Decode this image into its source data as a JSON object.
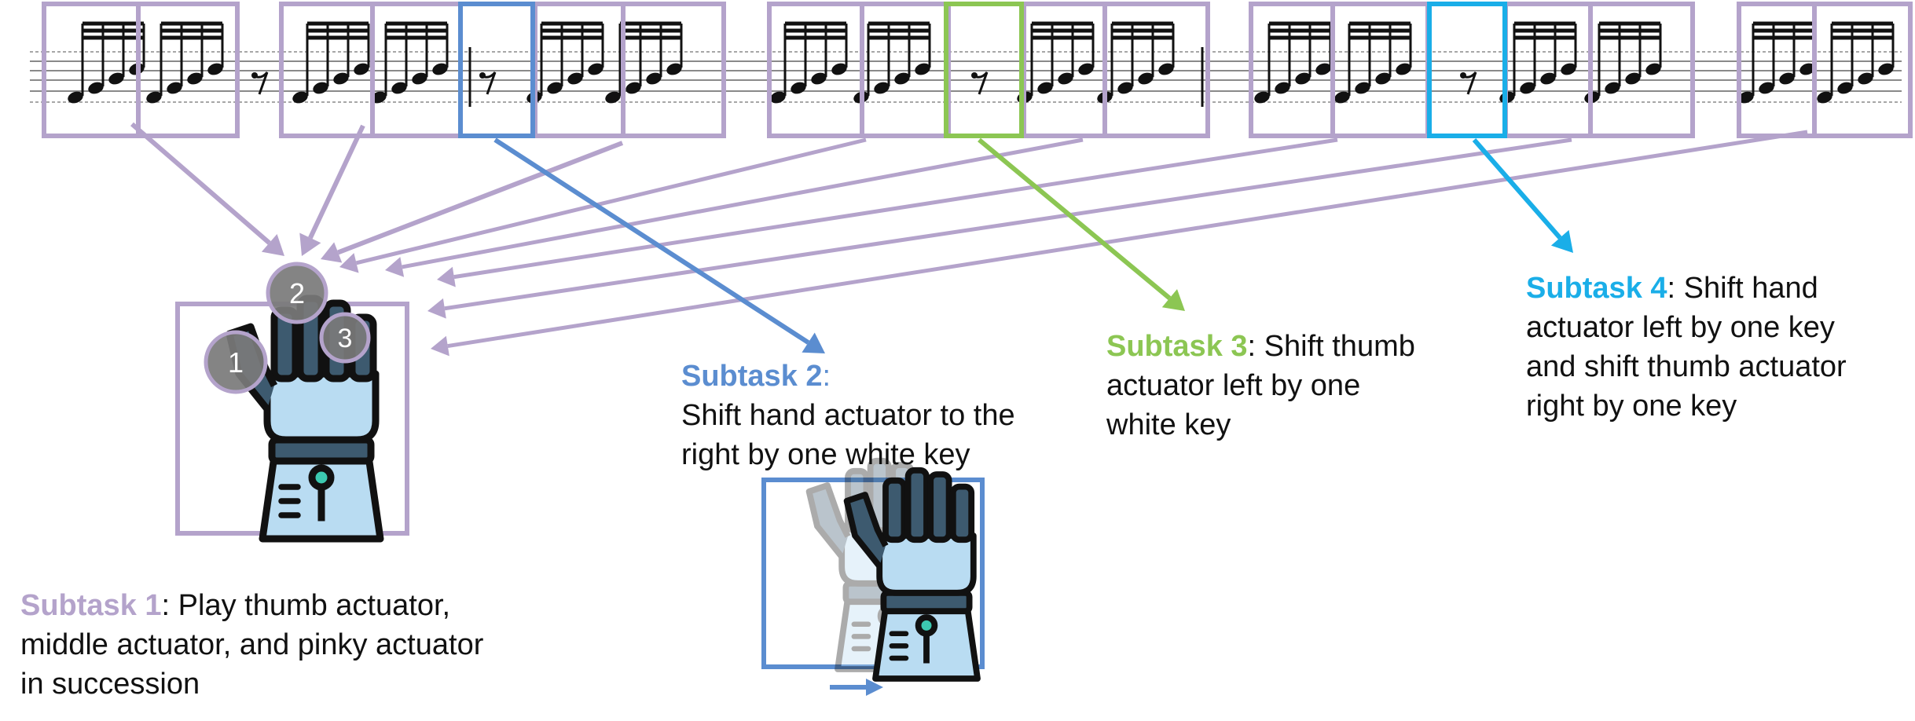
{
  "colors": {
    "subtask1": "#b4a3cb",
    "subtask2": "#5b8dd0",
    "subtask3": "#8cc653",
    "subtask4": "#1aaee8",
    "staff_line": "#8a8a8a",
    "note": "#111111",
    "finger_circle": "#7a7a7a",
    "robot_fill": "#b9dcf2",
    "robot_dark": "#3d5a6f",
    "robot_accent": "#3cc9b0"
  },
  "icons": {
    "score": "sheet-music-icon",
    "robot": "robot-hand-icon",
    "arrow": "right-arrow-icon"
  },
  "fingers": [
    "1",
    "2",
    "3"
  ],
  "subtasks": [
    {
      "id": "subtask1",
      "title": "Subtask 1",
      "separator": ":",
      "lines": [
        " Play thumb actuator,",
        "middle actuator, and pinky actuator",
        "in succession"
      ]
    },
    {
      "id": "subtask2",
      "title": "Subtask 2",
      "separator": ":",
      "lines": [
        "",
        "Shift hand actuator to the",
        "right by one white key"
      ]
    },
    {
      "id": "subtask3",
      "title": "Subtask 3",
      "separator": ":",
      "lines": [
        " Shift thumb",
        "actuator left by one",
        "white key"
      ]
    },
    {
      "id": "subtask4",
      "title": "Subtask 4",
      "separator": ":",
      "lines": [
        " Shift hand",
        "actuator left by one key",
        "and shift thumb actuator",
        "right by one key"
      ]
    }
  ]
}
